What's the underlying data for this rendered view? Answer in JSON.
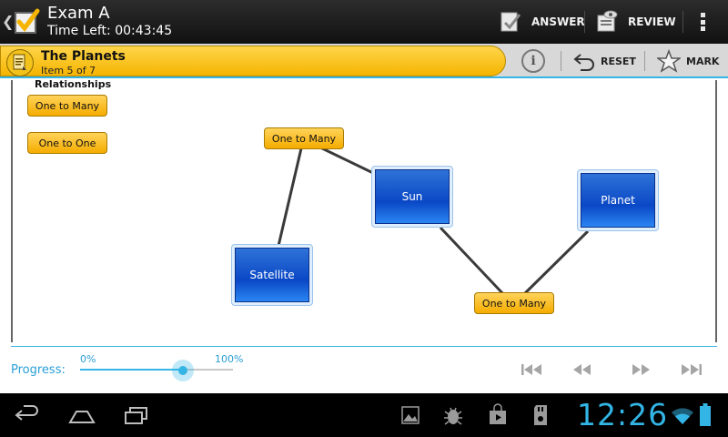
{
  "actionbar": {
    "title": "Exam A",
    "time_left": "Time Left: 00:43:45",
    "answer_label": "ANSWER",
    "review_label": "REVIEW"
  },
  "item": {
    "title": "The Planets",
    "position": "Item 5 of 7",
    "info_glyph": "i",
    "reset_label": "RESET",
    "mark_label": "MARK"
  },
  "palette": {
    "heading": "Relationships",
    "chips": [
      "One to Many",
      "One to One"
    ]
  },
  "diagram": {
    "nodes": [
      {
        "label": "Sun"
      },
      {
        "label": "Planet"
      },
      {
        "label": "Satellite"
      }
    ],
    "relations": [
      {
        "label": "One to Many",
        "from": "Sun",
        "to": "Satellite"
      },
      {
        "label": "One to Many",
        "from": "Sun",
        "to": "Planet"
      }
    ]
  },
  "progress": {
    "label": "Progress:",
    "min_label": "0%",
    "max_label": "100%",
    "value": 0.67
  },
  "system": {
    "clock": "12:26"
  },
  "colors": {
    "accent": "#35b5e5",
    "chip": "#f5ac00",
    "node": "#0a48c6"
  },
  "icons": {
    "actionbar": [
      "chevron-left-icon",
      "checkbox-logo-icon",
      "answer-icon",
      "review-icon",
      "overflow-menu-icon"
    ],
    "itembar": [
      "item-doc-icon",
      "info-icon",
      "reset-icon",
      "star-icon"
    ],
    "nav": [
      "first-icon",
      "rewind-icon",
      "fast-forward-icon",
      "last-icon"
    ],
    "system": [
      "back-icon",
      "home-icon",
      "recent-apps-icon",
      "gallery-icon",
      "bug-icon",
      "store-icon",
      "sdcard-icon",
      "wifi-icon",
      "battery-icon"
    ]
  }
}
